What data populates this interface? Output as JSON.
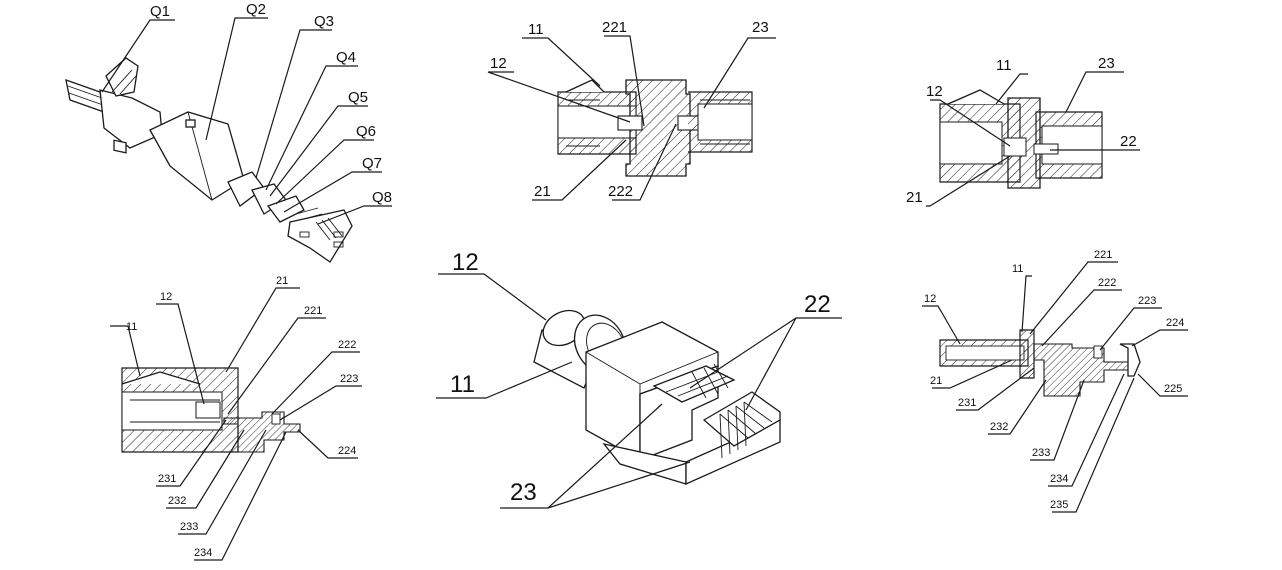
{
  "figure_a": {
    "labels": [
      "Q1",
      "Q2",
      "Q3",
      "Q4",
      "Q5",
      "Q6",
      "Q7",
      "Q8"
    ]
  },
  "figure_b": {
    "labels": {
      "l11": "11",
      "l221": "221",
      "l23": "23",
      "l12": "12",
      "l21": "21",
      "l222": "222"
    }
  },
  "figure_c": {
    "labels": {
      "l11": "11",
      "l23": "23",
      "l12": "12",
      "l22": "22",
      "l21": "21"
    }
  },
  "figure_d": {
    "labels": {
      "l21": "21",
      "l12": "12",
      "l221": "221",
      "l11": "11",
      "l222": "222",
      "l223": "223",
      "l224": "224",
      "l231": "231",
      "l232": "232",
      "l233": "233",
      "l234": "234"
    }
  },
  "figure_e": {
    "labels": {
      "l12": "12",
      "l11": "11",
      "l22": "22",
      "l23": "23"
    }
  },
  "figure_f": {
    "labels": {
      "l221": "221",
      "l11": "11",
      "l222": "222",
      "l12": "12",
      "l223": "223",
      "l224": "224",
      "l21": "21",
      "l225": "225",
      "l231": "231",
      "l232": "232",
      "l233": "233",
      "l234": "234",
      "l235": "235"
    }
  }
}
